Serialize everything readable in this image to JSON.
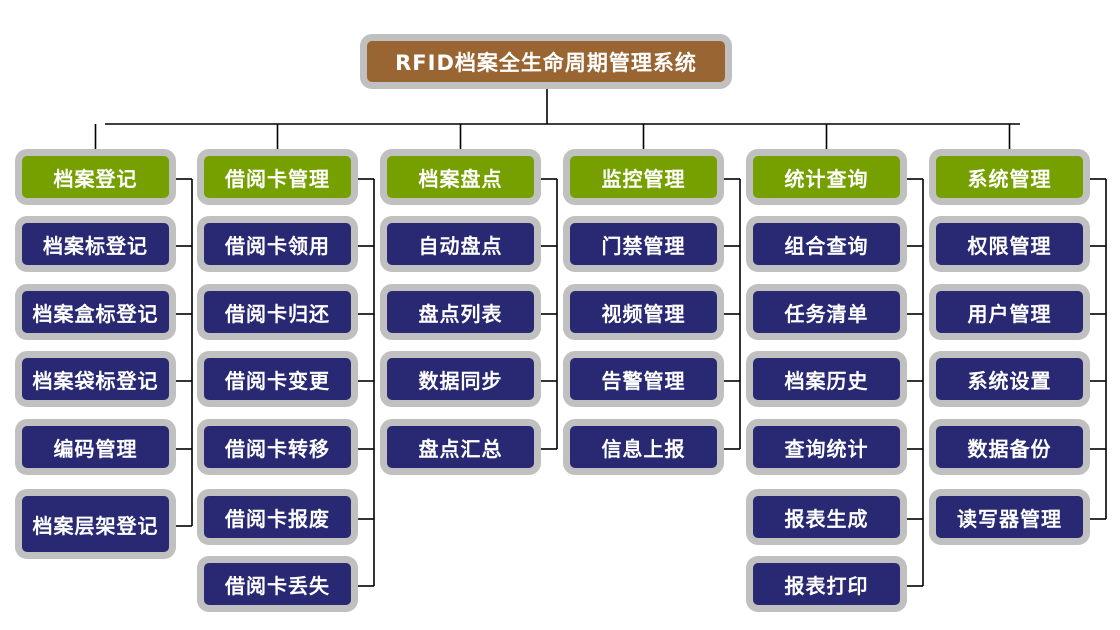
{
  "title": "RFID档案全生命周期管理系统",
  "colors": {
    "root": "#996633",
    "category": "#76a000",
    "item": "#282873",
    "frame": "#c0c0c0",
    "connector": "#000000"
  },
  "columns": [
    {
      "label": "档案登记",
      "items": [
        "档案标登记",
        "档案盒标登记",
        "档案袋标登记",
        "编码管理",
        "档案层架登记"
      ]
    },
    {
      "label": "借阅卡管理",
      "items": [
        "借阅卡领用",
        "借阅卡归还",
        "借阅卡变更",
        "借阅卡转移",
        "借阅卡报废",
        "借阅卡丢失"
      ]
    },
    {
      "label": "档案盘点",
      "items": [
        "自动盘点",
        "盘点列表",
        "数据同步",
        "盘点汇总"
      ]
    },
    {
      "label": "监控管理",
      "items": [
        "门禁管理",
        "视频管理",
        "告警管理",
        "信息上报"
      ]
    },
    {
      "label": "统计查询",
      "items": [
        "组合查询",
        "任务清单",
        "档案历史",
        "查询统计",
        "报表生成",
        "报表打印"
      ]
    },
    {
      "label": "系统管理",
      "items": [
        "权限管理",
        "用户管理",
        "系统设置",
        "数据备份",
        "读写器管理"
      ]
    }
  ]
}
